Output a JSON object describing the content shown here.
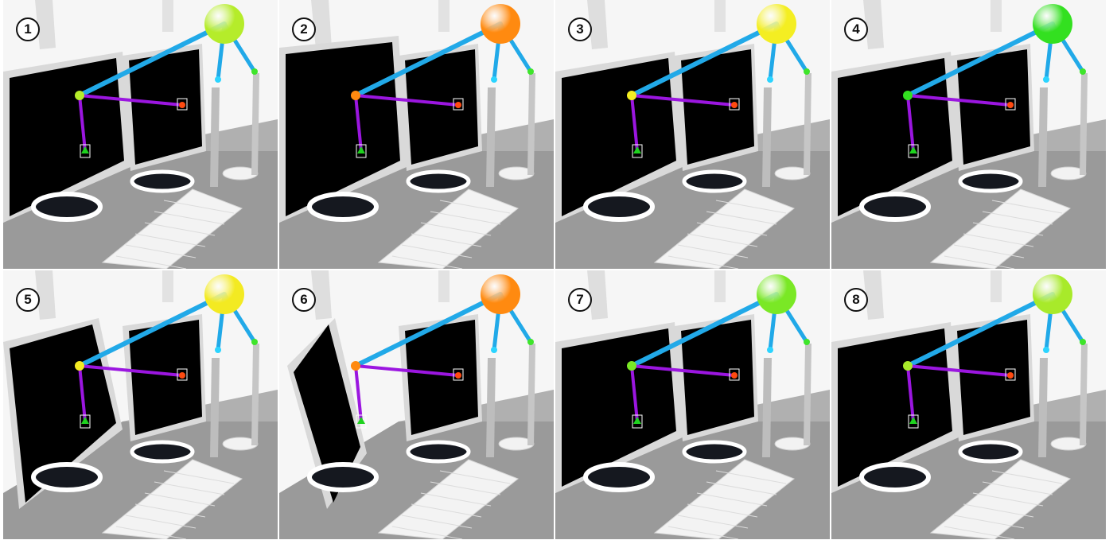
{
  "panels": [
    {
      "label": "1",
      "sphere_color": "#b5ec2a",
      "primary_screen_angle": "normal"
    },
    {
      "label": "2",
      "sphere_color": "#ff8a10",
      "primary_screen_angle": "turned-left"
    },
    {
      "label": "3",
      "sphere_color": "#f4ee22",
      "primary_screen_angle": "normal"
    },
    {
      "label": "4",
      "sphere_color": "#33e020",
      "primary_screen_angle": "normal"
    },
    {
      "label": "5",
      "sphere_color": "#f3ea22",
      "primary_screen_angle": "tilted"
    },
    {
      "label": "6",
      "sphere_color": "#ff8a10",
      "primary_screen_angle": "rotated"
    },
    {
      "label": "7",
      "sphere_color": "#7ae825",
      "primary_screen_angle": "normal"
    },
    {
      "label": "8",
      "sphere_color": "#a8ea2a",
      "primary_screen_angle": "normal"
    }
  ],
  "colors": {
    "ray_cyan": "#21a9e8",
    "ray_purple": "#9b16e0",
    "desk": "#9a9a9a",
    "monitor": "#000000",
    "bezel": "#d9d9d9"
  }
}
